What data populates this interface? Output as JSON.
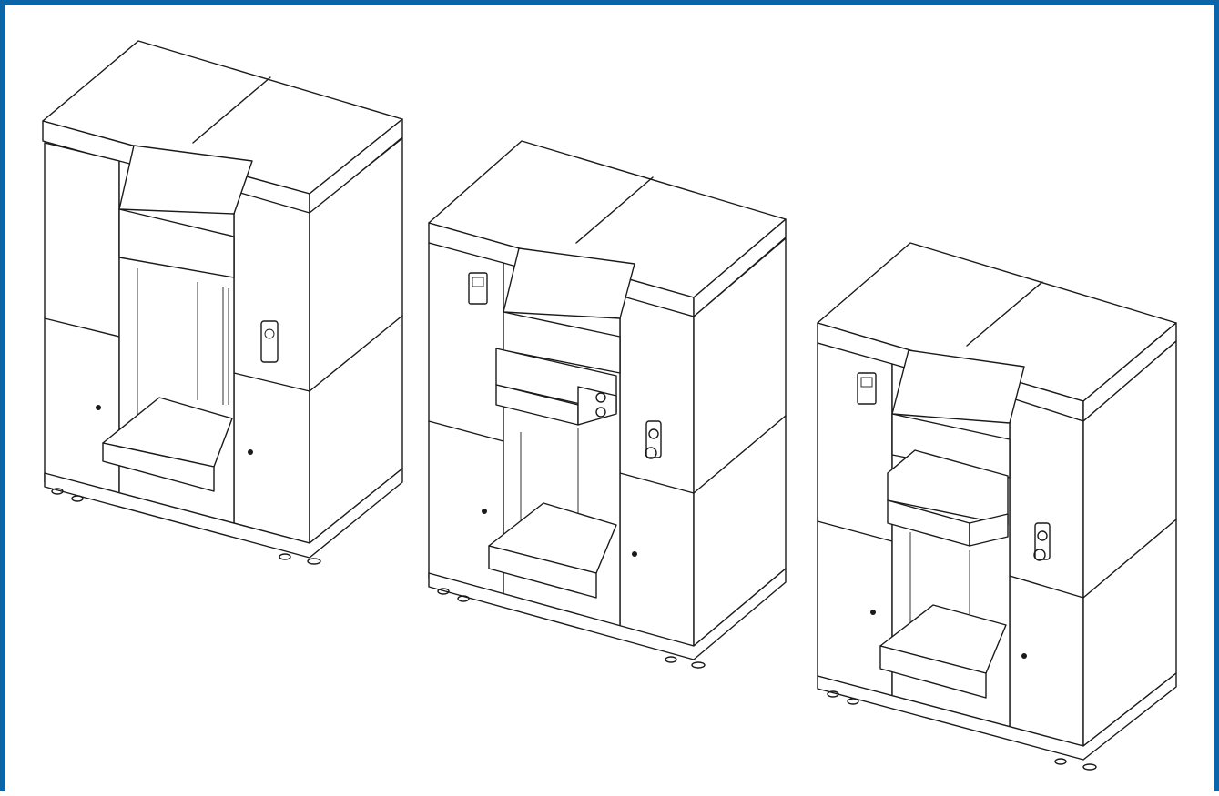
{
  "illustration": {
    "style": "isometric line drawing",
    "line_color": "#1a1a1a",
    "frame_color": "#0a66a8",
    "background_color": "#ffffff",
    "cabinets": [
      {
        "id": "cabinet-1",
        "variant": "open bay with shelf and side rack"
      },
      {
        "id": "cabinet-2",
        "variant": "with control head, side pad and key switch"
      },
      {
        "id": "cabinet-3",
        "variant": "with boxed head, side pad and key switch"
      }
    ]
  }
}
